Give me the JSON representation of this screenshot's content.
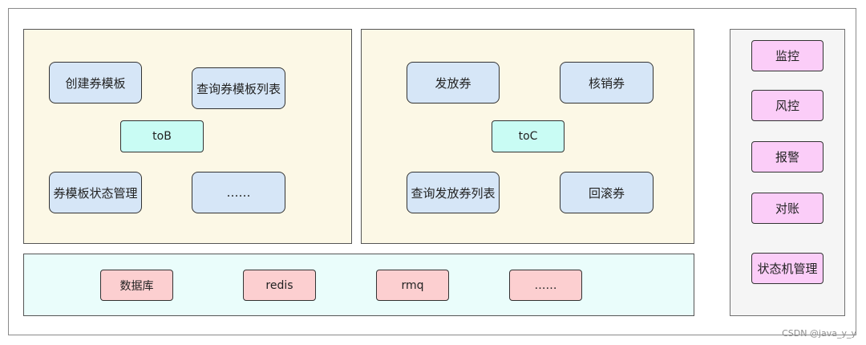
{
  "tob": {
    "nodes": [
      "创建券模板",
      "查询券模板列表",
      "toB",
      "券模板状态管理",
      "……"
    ]
  },
  "toc": {
    "nodes": [
      "发放券",
      "核销券",
      "toC",
      "查询发放券列表",
      "回滚券"
    ]
  },
  "infra": {
    "nodes": [
      "数据库",
      "redis",
      "rmq",
      "……"
    ]
  },
  "ops": {
    "nodes": [
      "监控",
      "风控",
      "报警",
      "对账",
      "状态机管理"
    ]
  },
  "watermark": "CSDN @java_y_y",
  "colors": {
    "module_panel": "#fcf8e6",
    "infra_panel": "#eafdfb",
    "ops_panel": "#f5f5f5",
    "feature_node": "#d6e6f7",
    "group_node": "#c9fcf4",
    "infra_node": "#fccfd0",
    "ops_node": "#fbcdf8"
  }
}
